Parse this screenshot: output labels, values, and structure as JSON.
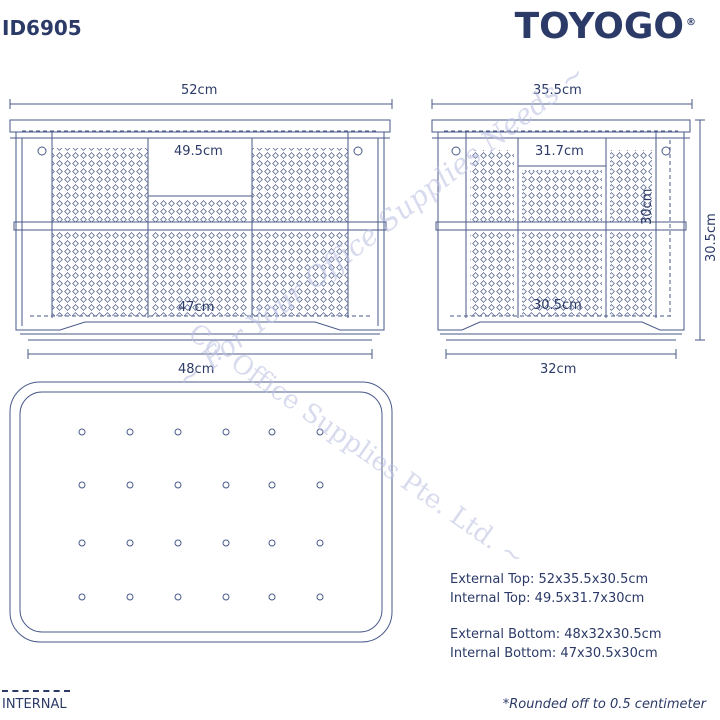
{
  "header": {
    "product_code": "ID6905",
    "brand": "TOYOGO",
    "brand_mark": "®"
  },
  "dimensions": {
    "front_top_width": "52cm",
    "front_inner_top": "49.5cm",
    "front_inner_bottom": "47cm",
    "front_bottom_width": "48cm",
    "side_top_width": "35.5cm",
    "side_inner_top": "31.7cm",
    "side_inner_bottom": "30.5cm",
    "side_bottom_width": "32cm",
    "side_inner_height": "30cm",
    "side_external_height": "30.5cm"
  },
  "specs": {
    "external_top": "External Top: 52x35.5x30.5cm",
    "internal_top": "Internal Top: 49.5x31.7x30cm",
    "external_bottom": "External Bottom: 48x32x30.5cm",
    "internal_bottom": "Internal Bottom: 47x30.5x30cm"
  },
  "legend": {
    "label": "INTERNAL"
  },
  "footnote": "*Rounded off to 0.5 centimeter",
  "watermark": {
    "line1": "Co. Office Supplies Pte. Ltd. ~",
    "line2": "~ For Your Office Supplies Needs ~"
  },
  "colors": {
    "ink": "#2b3a67",
    "line": "#4a5a8a",
    "watermark": "#b9bfe0"
  }
}
